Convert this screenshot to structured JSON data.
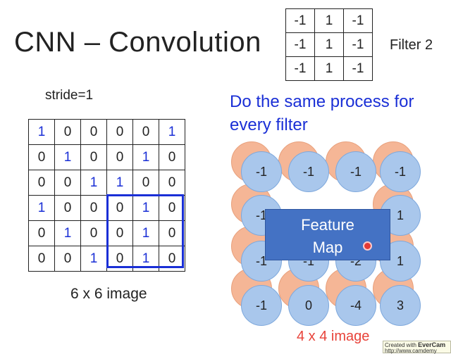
{
  "title": "CNN – Convolution",
  "filter": {
    "label": "Filter 2",
    "rows": [
      [
        "-1",
        "1",
        "-1"
      ],
      [
        "-1",
        "1",
        "-1"
      ],
      [
        "-1",
        "1",
        "-1"
      ]
    ]
  },
  "stride_label": "stride=1",
  "image": {
    "caption": "6 x 6 image",
    "rows": [
      [
        "1",
        "0",
        "0",
        "0",
        "0",
        "1"
      ],
      [
        "0",
        "1",
        "0",
        "0",
        "1",
        "0"
      ],
      [
        "0",
        "0",
        "1",
        "1",
        "0",
        "0"
      ],
      [
        "1",
        "0",
        "0",
        "0",
        "1",
        "0"
      ],
      [
        "0",
        "1",
        "0",
        "0",
        "1",
        "0"
      ],
      [
        "0",
        "0",
        "1",
        "0",
        "1",
        "0"
      ]
    ]
  },
  "process_text": [
    "Do the same process for",
    "every filter"
  ],
  "feature_map": {
    "overlay_lines": [
      "Feature",
      "Map"
    ],
    "caption": "4 x 4 image",
    "rows": [
      [
        "-1",
        "-1",
        "-1",
        "-1"
      ],
      [
        "-1",
        "",
        "",
        "1"
      ],
      [
        "-1",
        "-1",
        "-2",
        "1"
      ],
      [
        "-1",
        "0",
        "-4",
        "3"
      ]
    ]
  },
  "watermark": {
    "line1": "Created with",
    "brand": "EverCam",
    "line2": "http://www.camdemy"
  },
  "colors": {
    "blue_text": "#1a2fd6",
    "feature_map_box": "#4472c4",
    "red_caption": "#e8433a",
    "orange_circle": "#f5b696",
    "blue_circle": "#a9c7ec"
  }
}
